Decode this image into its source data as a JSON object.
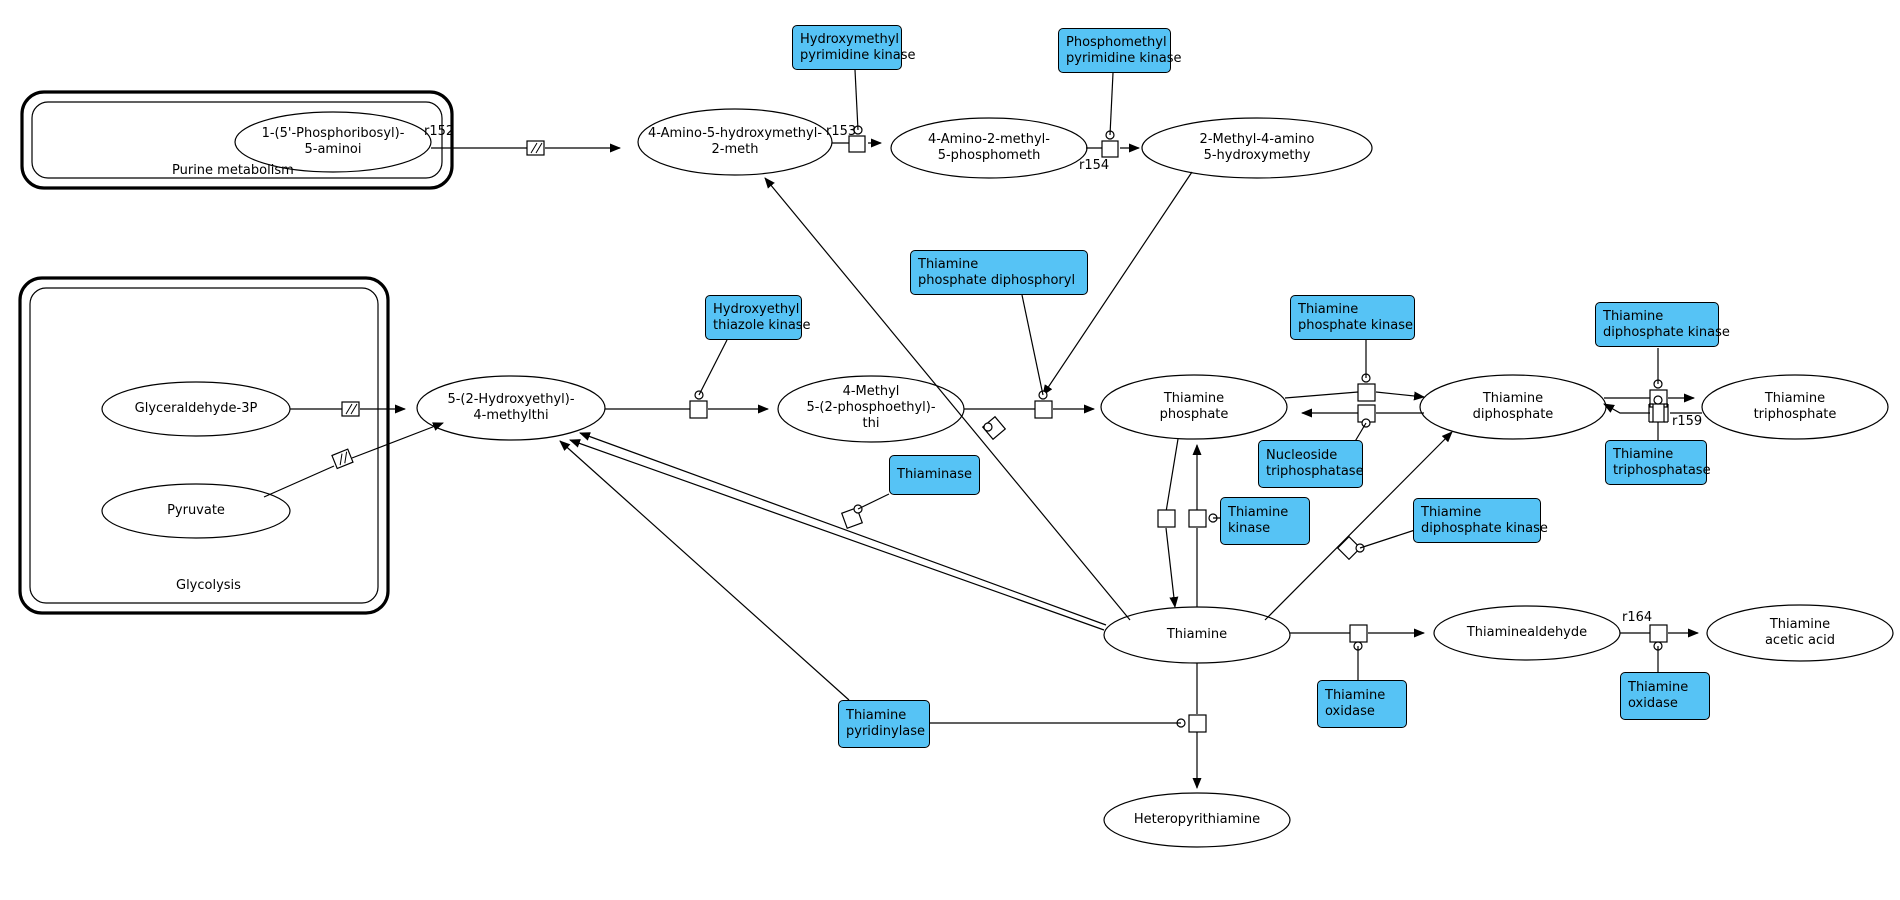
{
  "diagram": {
    "title": "Thiamine metabolism",
    "accent_color": "#56c3f5",
    "stroke_color": "#000000",
    "background": "#ffffff"
  },
  "compartments": [
    {
      "id": "purine",
      "label": "Purine metabolism"
    },
    {
      "id": "glycolysis",
      "label": "Glycolysis"
    }
  ],
  "compounds": [
    {
      "id": "c_prib",
      "lines": [
        "1-(5'-Phosphoribosyl)-",
        "5-aminoi"
      ]
    },
    {
      "id": "c_amhm",
      "lines": [
        "4-Amino-5-hydroxymethyl-",
        "2-meth"
      ]
    },
    {
      "id": "c_am2m",
      "lines": [
        "4-Amino-2-methyl-",
        "5-phosphometh"
      ]
    },
    {
      "id": "c_2m4a",
      "lines": [
        "2-Methyl-4-amino",
        "5-hydroxymethy"
      ]
    },
    {
      "id": "c_g3p",
      "lines": [
        "Glyceraldehyde-3P"
      ]
    },
    {
      "id": "c_pyr",
      "lines": [
        "Pyruvate"
      ]
    },
    {
      "id": "c_hemt",
      "lines": [
        "5-(2-Hydroxyethyl)-",
        "4-methylthi"
      ]
    },
    {
      "id": "c_mpet",
      "lines": [
        "4-Methyl",
        "5-(2-phosphoethyl)-",
        "thi"
      ]
    },
    {
      "id": "c_tp",
      "lines": [
        "Thiamine",
        "phosphate"
      ]
    },
    {
      "id": "c_tdp",
      "lines": [
        "Thiamine",
        "diphosphate"
      ]
    },
    {
      "id": "c_ttp",
      "lines": [
        "Thiamine",
        "triphosphate"
      ]
    },
    {
      "id": "c_thi",
      "lines": [
        "Thiamine"
      ]
    },
    {
      "id": "c_tald",
      "lines": [
        "Thiaminealdehyde"
      ]
    },
    {
      "id": "c_tacid",
      "lines": [
        "Thiamine",
        "acetic acid"
      ]
    },
    {
      "id": "c_hpt",
      "lines": [
        "Heteropyrithiamine"
      ]
    }
  ],
  "enzymes": [
    {
      "id": "e_hmpk",
      "lines": [
        "Hydroxymethyl",
        "pyrimidine kinase"
      ]
    },
    {
      "id": "e_pmpk",
      "lines": [
        "Phosphomethyl",
        "pyrimidine kinase"
      ]
    },
    {
      "id": "e_tpdp",
      "lines": [
        "Thiamine",
        "phosphate diphosphoryl"
      ]
    },
    {
      "id": "e_hetk",
      "lines": [
        "Hydroxyethyl",
        "thiazole kinase"
      ]
    },
    {
      "id": "e_thnase",
      "lines": [
        "Thiaminase"
      ]
    },
    {
      "id": "e_tpk",
      "lines": [
        "Thiamine",
        "phosphate kinase"
      ]
    },
    {
      "id": "e_ntp",
      "lines": [
        "Nucleoside",
        "triphosphatase"
      ]
    },
    {
      "id": "e_tk",
      "lines": [
        "Thiamine",
        "kinase"
      ]
    },
    {
      "id": "e_tdpk2",
      "lines": [
        "Thiamine",
        "diphosphate kinase"
      ]
    },
    {
      "id": "e_tdpk",
      "lines": [
        "Thiamine",
        "diphosphate kinase"
      ]
    },
    {
      "id": "e_ttpase",
      "lines": [
        "Thiamine",
        "triphosphatase"
      ]
    },
    {
      "id": "e_tox1",
      "lines": [
        "Thiamine",
        "oxidase"
      ]
    },
    {
      "id": "e_tox2",
      "lines": [
        "Thiamine",
        "oxidase"
      ]
    },
    {
      "id": "e_tpyr",
      "lines": [
        "Thiamine",
        "pyridinylase"
      ]
    }
  ],
  "reaction_ids": [
    {
      "id": "r152",
      "label": "r152"
    },
    {
      "id": "r153",
      "label": "r153"
    },
    {
      "id": "r154",
      "label": "r154"
    },
    {
      "id": "r159",
      "label": "r159"
    },
    {
      "id": "r164",
      "label": "r164"
    }
  ]
}
